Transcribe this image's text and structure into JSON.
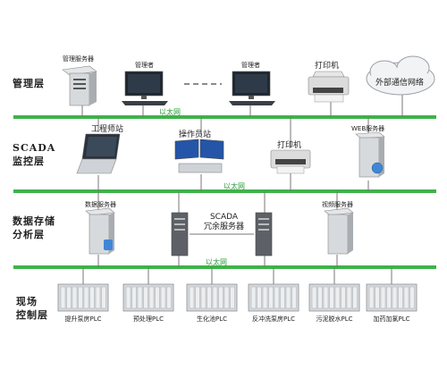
{
  "layers": {
    "management": [
      "管理层"
    ],
    "scada": [
      "SCADA",
      "监控层"
    ],
    "storage": [
      "数据存储",
      "分析层"
    ],
    "field": [
      "现场",
      "控制层"
    ]
  },
  "ethernet_label": "以太网",
  "management": {
    "mgmt_server": "管理服务器",
    "manager_1": "管理者",
    "manager_2": "管理者",
    "printer": "打印机",
    "external_network": "外部通信网络"
  },
  "scada_layer": {
    "engineer_station": "工程师站",
    "operator_station": "操作员站",
    "printer": "打印机",
    "web_server": "WEB服务器"
  },
  "storage_layer": {
    "data_server": "数据服务器",
    "redundant_servers": [
      "SCADA",
      "冗余服务器"
    ],
    "video_server": "视频服务器"
  },
  "plcs": [
    "提升泵房PLC",
    "预处理PLC",
    "生化池PLC",
    "反冲洗泵房PLC",
    "污泥脱水PLC",
    "加药加氯PLC"
  ],
  "colors": {
    "bus": "#3fb24a",
    "ethernet_text": "#2a9a3a",
    "device_grey": "#c9ccd0",
    "monitor": "#1f2630"
  }
}
